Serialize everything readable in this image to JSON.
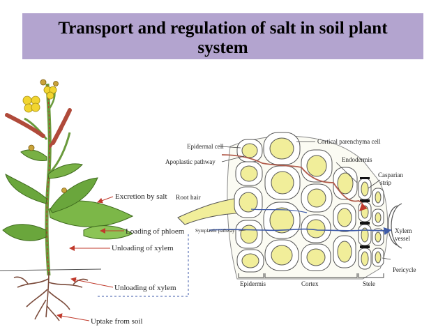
{
  "slide": {
    "title_line1": "Transport and regulation of salt in soil plant",
    "title_line2": "system"
  },
  "plant_labels": {
    "excretion": "Excretion by salt",
    "root_hair": "Root hair",
    "loading_phloem": "Loading of phloem",
    "unloading_xylem_1": "Unloading of xylem",
    "unloading_xylem_2": "Unloading of xylem",
    "uptake": "Uptake from soil"
  },
  "root_labels": {
    "epidermal_cell": "Epidermal cell",
    "cortical_parenchyma": "Cortical parenchyma cell",
    "apoplastic": "Apoplastic pathway",
    "endodermis": "Endodermis",
    "casparian_1": "Casparian",
    "casparian_2": "strip",
    "symplastic": "Symplastic pathway",
    "xylem_1": "Xylem",
    "xylem_2": "vessel",
    "pericycle": "Pericycle",
    "epidermis": "Epidermis",
    "cortex": "Cortex",
    "stele": "Stele"
  },
  "colors": {
    "title_bg": "#b3a4cf",
    "arrow_red": "#c0392b",
    "leaf_green": "#5b9b3a",
    "cell_fill": "#f1ee9a",
    "apoplastic_path": "#b05a4a",
    "symplastic_path": "#3d5aa8"
  }
}
